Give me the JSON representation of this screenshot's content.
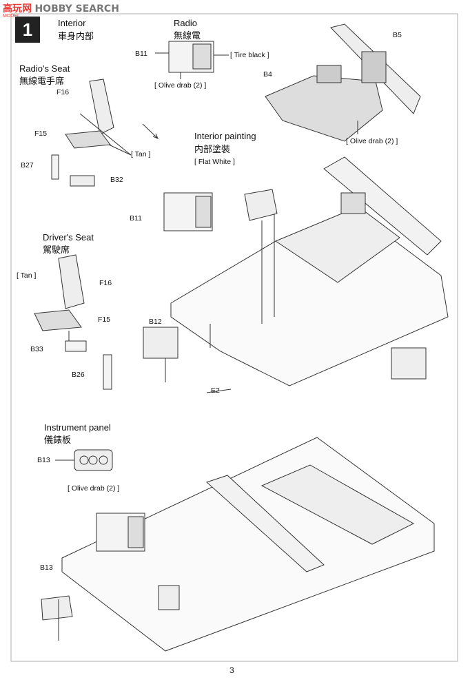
{
  "watermark": {
    "logo_cn": "高玩网",
    "logo_en": "HOBBY SEARCH",
    "sub": "MODEL"
  },
  "step": {
    "number": "1",
    "title_en": "Interior",
    "title_cn": "車身内部"
  },
  "radio": {
    "title_en": "Radio",
    "title_cn": "無線電",
    "part": "B11",
    "color_a": "[ Tire black ]",
    "color_b": "[ Olive drab (2) ]"
  },
  "armor": {
    "part_a": "B5",
    "part_b": "B4",
    "color": "[ Olive drab (2) ]"
  },
  "radio_seat": {
    "title_en": "Radio's Seat",
    "title_cn": "無線電手席",
    "parts": [
      "F16",
      "F15",
      "B27",
      "B32"
    ],
    "color": "[ Tan ]"
  },
  "interior_painting": {
    "title_en": "Interior painting",
    "title_cn": "内部塗裝",
    "color": "[ Flat White ]"
  },
  "main_assembly": {
    "parts": [
      "B11",
      "B12",
      "E2"
    ]
  },
  "driver_seat": {
    "title_en": "Driver's Seat",
    "title_cn": "駕駛席",
    "color": "[ Tan ]",
    "parts": [
      "F16",
      "F15",
      "B33",
      "B26"
    ]
  },
  "instrument_panel": {
    "title_en": "Instrument panel",
    "title_cn": "儀錶板",
    "part": "B13",
    "color": "[ Olive drab (2) ]"
  },
  "lower_assembly": {
    "part": "B13"
  },
  "page_number": "3"
}
